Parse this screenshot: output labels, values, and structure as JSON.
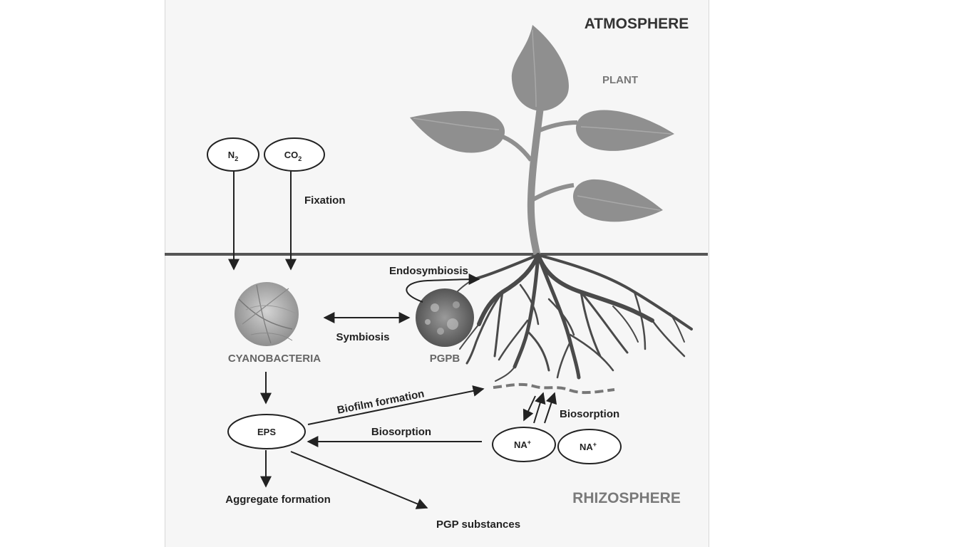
{
  "diagram": {
    "zones": {
      "top": "ATMOSPHERE",
      "bottom": "RHIZOSPHERE"
    },
    "plant_label": "PLANT",
    "gases": [
      {
        "main": "N",
        "sub": "2"
      },
      {
        "main": "CO",
        "sub": "2"
      }
    ],
    "fixation": "Fixation",
    "endosymbiosis": "Endosymbiosis",
    "symbiosis": "Symbiosis",
    "cyanobacteria": "CYANOBACTERIA",
    "pgpb": "PGPB",
    "eps": "EPS",
    "biofilm": "Biofilm formation",
    "biosorption_eps": "Biosorption",
    "biosorption_na": "Biosorption",
    "ions": [
      {
        "main": "NA",
        "sup": "+"
      },
      {
        "main": "NA",
        "sup": "+"
      }
    ],
    "aggregate": "Aggregate formation",
    "pgp": "PGP substances"
  },
  "colors": {
    "plant": "#8f8f8f",
    "root": "#4a4a4a",
    "line": "#222222",
    "zone_text": "#333333",
    "rhizo_text": "#7a7a7a"
  }
}
